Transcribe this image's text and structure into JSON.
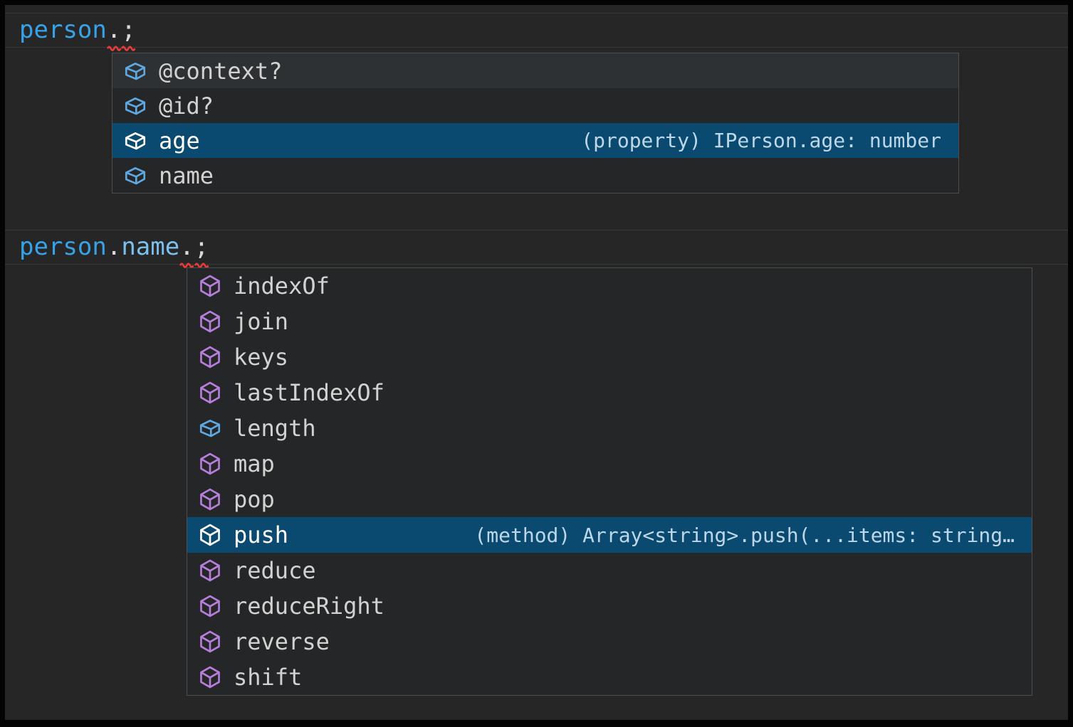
{
  "app": "code-editor-intellisense",
  "colors": {
    "frame": "#040404",
    "editor_background": "#262626",
    "suggest_background": "#252627",
    "suggest_border": "#4d4e4f",
    "selected_row_background": "#0a4a70",
    "hover_row_background": "#2d3133",
    "field_icon": "#5fa8e0",
    "method_icon": "#b77fdb",
    "variable_text": "#38a2e8",
    "property_text": "#7cc0ee",
    "punctuation_text": "#d9d9d9",
    "error_squiggle": "#e83b3b",
    "detail_text": "#bed7e8"
  },
  "code_line_1": {
    "text": "person.;",
    "tokens": [
      {
        "text": "person",
        "type": "variable",
        "error": false
      },
      {
        "text": ".",
        "type": "punctuation",
        "error": true
      },
      {
        "text": ";",
        "type": "punctuation",
        "error": true
      }
    ]
  },
  "code_line_2": {
    "text": "person.name.;",
    "tokens": [
      {
        "text": "person",
        "type": "variable",
        "error": false
      },
      {
        "text": ".",
        "type": "punctuation",
        "error": false
      },
      {
        "text": "name",
        "type": "property",
        "error": false
      },
      {
        "text": ".",
        "type": "punctuation",
        "error": true
      },
      {
        "text": ";",
        "type": "punctuation",
        "error": true
      }
    ]
  },
  "suggest_1": {
    "items": [
      {
        "label": "@context?",
        "kind": "field",
        "hover": true
      },
      {
        "label": "@id?",
        "kind": "field"
      },
      {
        "label": "age",
        "kind": "field",
        "selected": true,
        "detail": "(property) IPerson.age: number"
      },
      {
        "label": "name",
        "kind": "field"
      }
    ]
  },
  "suggest_2": {
    "items": [
      {
        "label": "indexOf",
        "kind": "method"
      },
      {
        "label": "join",
        "kind": "method"
      },
      {
        "label": "keys",
        "kind": "method"
      },
      {
        "label": "lastIndexOf",
        "kind": "method"
      },
      {
        "label": "length",
        "kind": "field"
      },
      {
        "label": "map",
        "kind": "method"
      },
      {
        "label": "pop",
        "kind": "method"
      },
      {
        "label": "push",
        "kind": "method",
        "selected": true,
        "detail": "(method) Array<string>.push(...items: string…"
      },
      {
        "label": "reduce",
        "kind": "method"
      },
      {
        "label": "reduceRight",
        "kind": "method"
      },
      {
        "label": "reverse",
        "kind": "method"
      },
      {
        "label": "shift",
        "kind": "method"
      }
    ]
  }
}
